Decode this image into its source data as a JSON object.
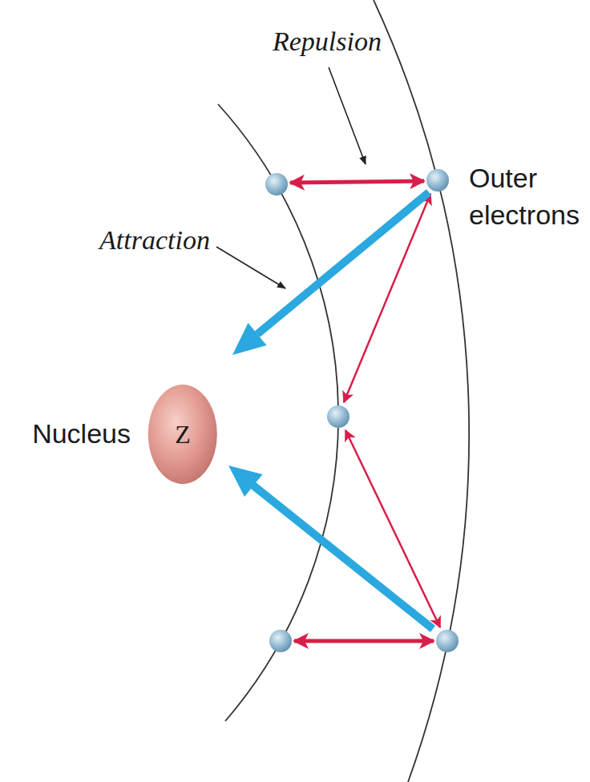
{
  "diagram": {
    "nodes": [
      {
        "text": [
          "Nucleus",
          "Z"
        ]
      }
    ],
    "labels": [
      "Repulsion",
      "Attraction",
      "Outer electrons"
    ]
  }
}
